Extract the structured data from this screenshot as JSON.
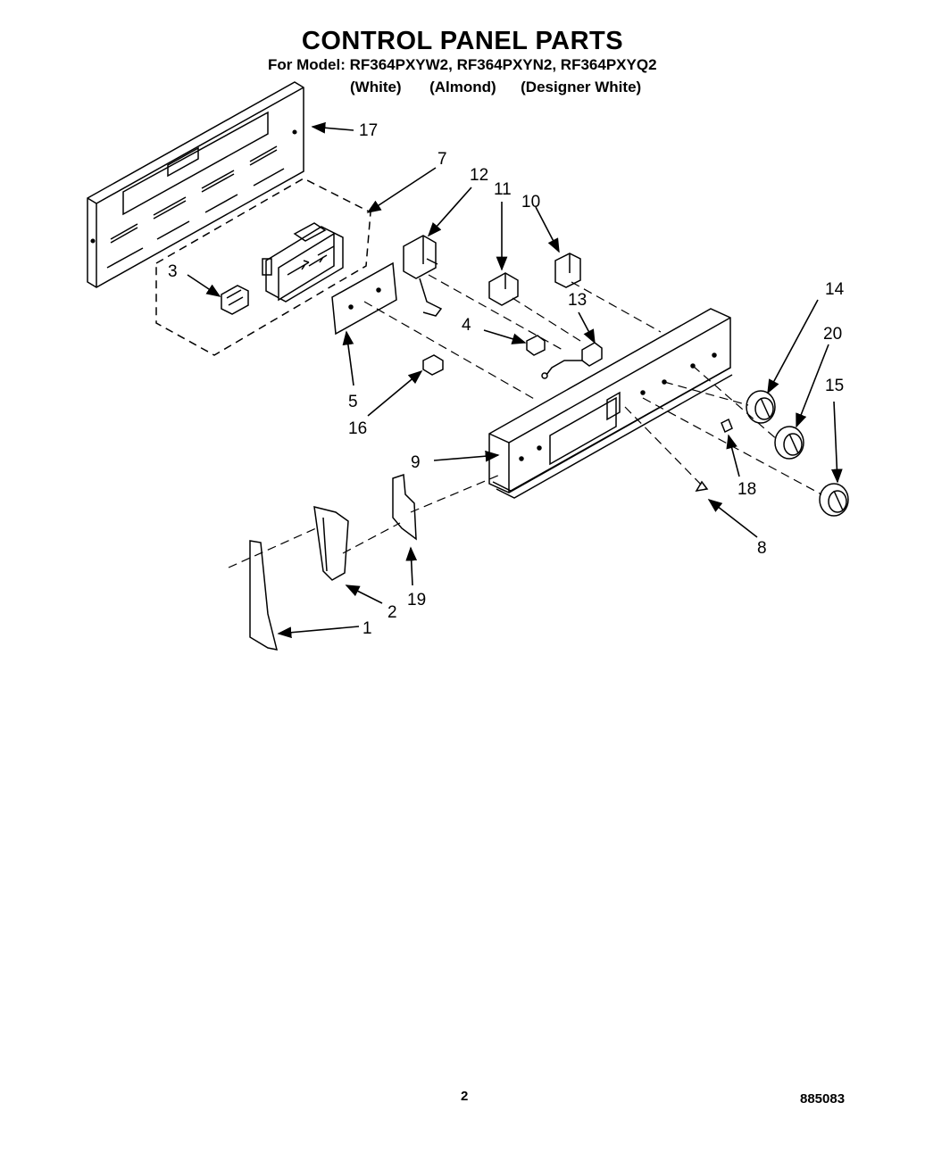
{
  "header": {
    "title": "CONTROL PANEL PARTS",
    "models": "For Model: RF364PXYW2, RF364PXYN2, RF364PXYQ2",
    "colors": [
      "(White)",
      "(Almond)",
      "(Designer White)"
    ]
  },
  "callouts": [
    "1",
    "2",
    "3",
    "4",
    "5",
    "7",
    "8",
    "9",
    "10",
    "11",
    "12",
    "13",
    "14",
    "15",
    "16",
    "17",
    "18",
    "19",
    "20"
  ],
  "footer": {
    "page_number": "2",
    "document_number": "885083"
  }
}
